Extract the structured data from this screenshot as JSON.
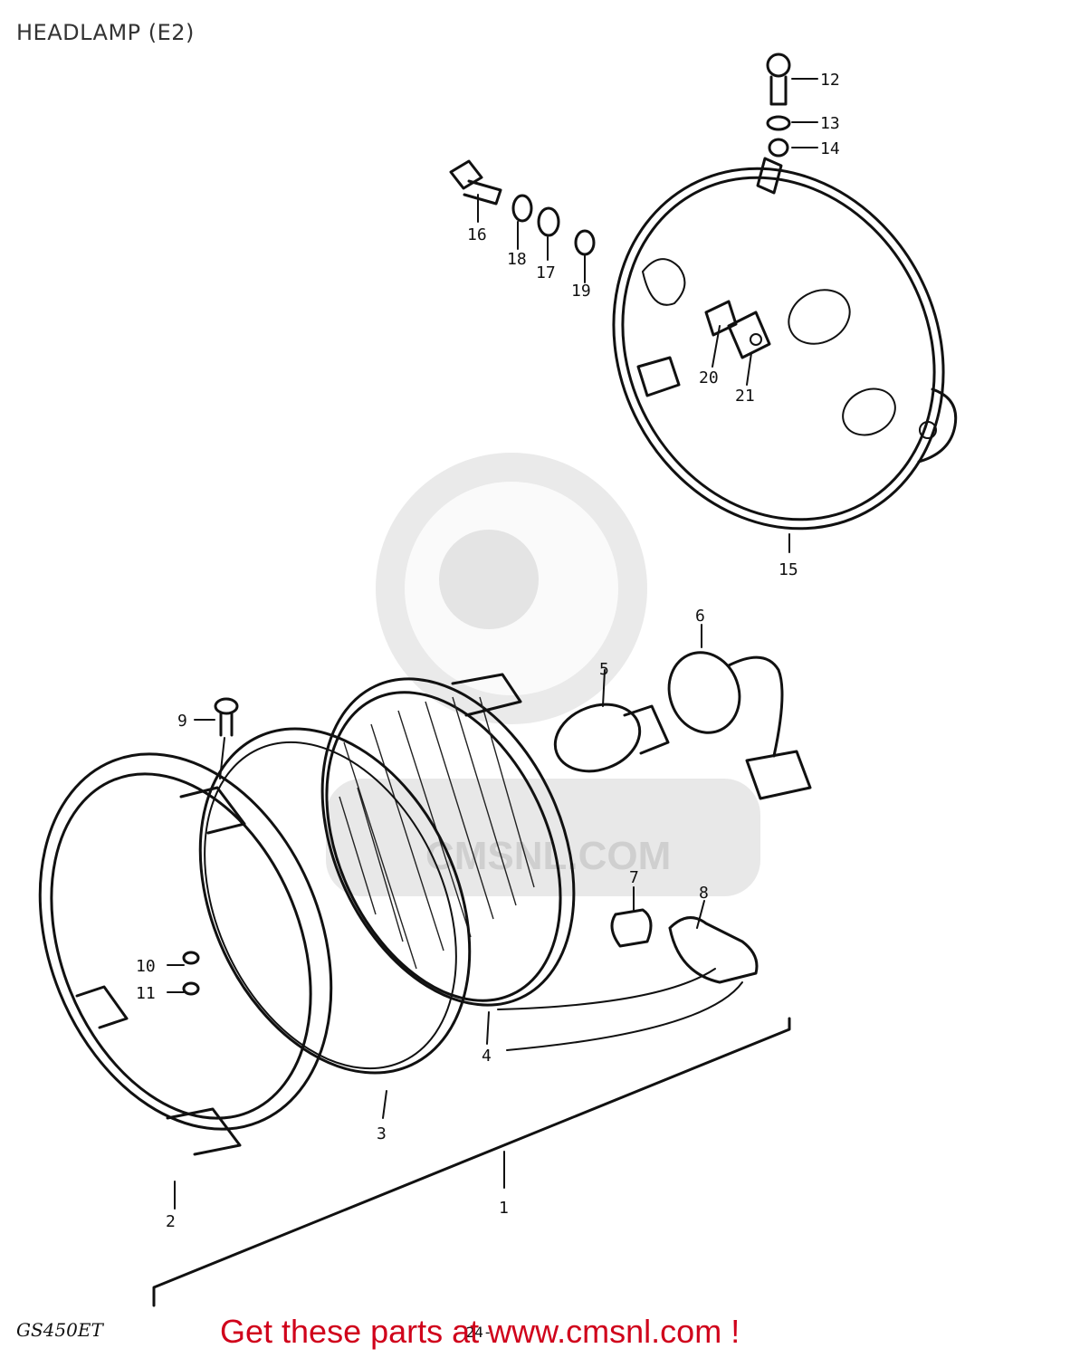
{
  "title": "HEADLAMP (E2)",
  "watermark_text": "CMSNL.COM",
  "model_code": "GS450ET",
  "page_number": "-24-",
  "promo_text": "Get these parts at www.cmsnl.com !",
  "promo_color": "#d0021b",
  "callouts": {
    "p1": "1",
    "p2": "2",
    "p3": "3",
    "p4": "4",
    "p5": "5",
    "p6": "6",
    "p7": "7",
    "p8": "8",
    "p9": "9",
    "p10": "10",
    "p11": "11",
    "p12": "12",
    "p13": "13",
    "p14": "14",
    "p15": "15",
    "p16": "16",
    "p17": "17",
    "p18": "18",
    "p19": "19",
    "p20": "20",
    "p21": "21"
  }
}
